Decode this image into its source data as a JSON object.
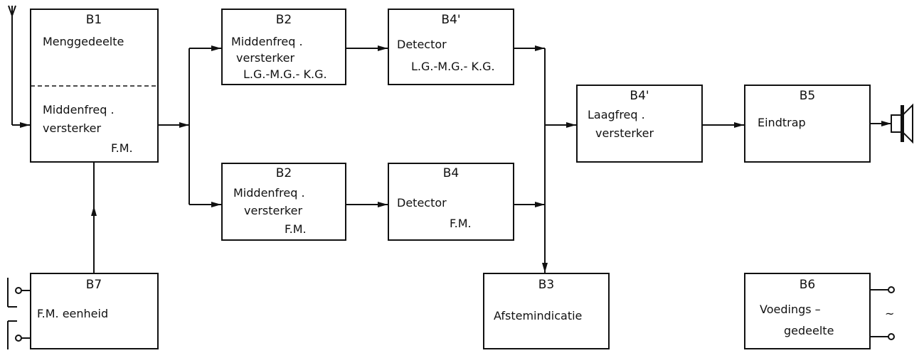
{
  "blocks": {
    "b1": {
      "id": "B1",
      "top_label": "Menggedeelte",
      "bottom_line1": "Middenfreq .",
      "bottom_line2": "versterker",
      "bottom_line3": "F.M."
    },
    "b2_top": {
      "id": "B2",
      "line1": "Middenfreq .",
      "line2": "versterker",
      "line3": "L.G.-M.G.- K.G."
    },
    "b4_top": {
      "id": "B4'",
      "line1": "Detector",
      "line2": "L.G.-M.G.- K.G."
    },
    "b2_bottom": {
      "id": "B2",
      "line1": "Middenfreq .",
      "line2": "versterker",
      "line3": "F.M."
    },
    "b4_bottom": {
      "id": "B4",
      "line1": "Detector",
      "line2": "F.M."
    },
    "b4_lf": {
      "id": "B4'",
      "line1": "Laagfreq .",
      "line2": "versterker"
    },
    "b5": {
      "id": "B5",
      "line1": "Eindtrap"
    },
    "b7": {
      "id": "B7",
      "line1": "F.M. eenheid"
    },
    "b3": {
      "id": "B3",
      "line1": "Afstemindicatie"
    },
    "b6": {
      "id": "B6",
      "line1": "Voedings –",
      "line2": "gedeelte",
      "ac_symbol": "~"
    }
  },
  "icons": [
    "antenna-icon",
    "loudspeaker-icon",
    "terminal-icon"
  ]
}
